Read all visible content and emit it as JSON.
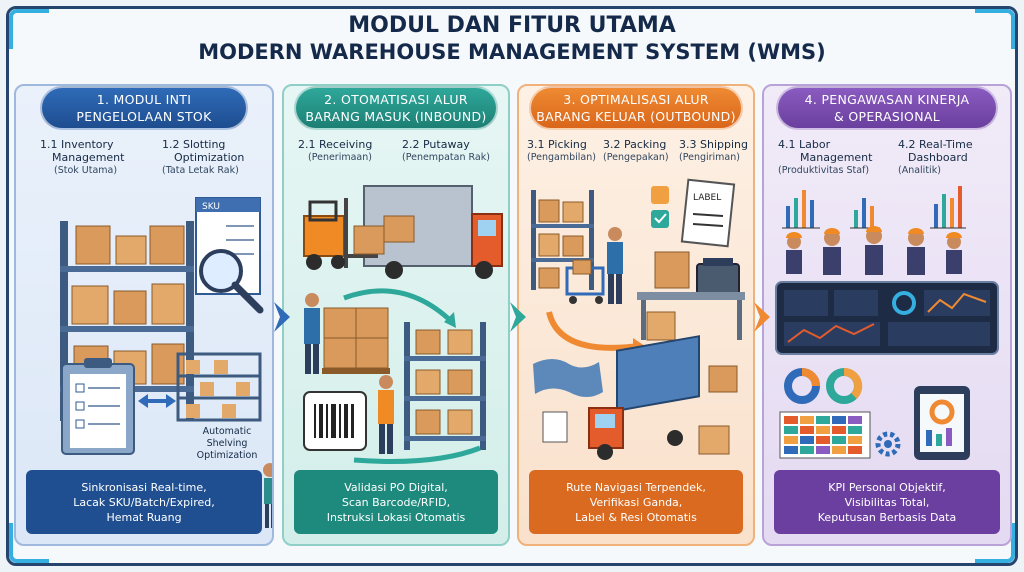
{
  "title": {
    "line1": "MODUL DAN FITUR UTAMA",
    "line2": "MODERN WAREHOUSE MANAGEMENT SYSTEM (WMS)"
  },
  "colors": {
    "module1": "#1e4d8f",
    "module2": "#1d7f74",
    "module3": "#d9661b",
    "module4": "#6a3f9e"
  },
  "modules": [
    {
      "header": [
        "1. MODUL INTI",
        "PENGELOLAAN STOK"
      ],
      "features": [
        {
          "title": [
            "1.1 Inventory",
            "Management"
          ],
          "sub": "(Stok Utama)"
        },
        {
          "title": [
            "1.2 Slotting",
            "Optimization"
          ],
          "sub": "(Tata Letak Rak)"
        }
      ],
      "labels": {
        "sku": "SKU",
        "auto_shelving": [
          "Automatic Shelving",
          "Optimization"
        ]
      },
      "footer": [
        "Sinkronisasi Real-time,",
        "Lacak SKU/Batch/Expired,",
        "Hemat Ruang"
      ]
    },
    {
      "header": [
        "2. OTOMATISASI ALUR",
        "BARANG MASUK (INBOUND)"
      ],
      "features": [
        {
          "title": [
            "2.1 Receiving"
          ],
          "sub": "(Penerimaan)"
        },
        {
          "title": [
            "2.2 Putaway"
          ],
          "sub": "(Penempatan Rak)"
        }
      ],
      "footer": [
        "Validasi PO Digital,",
        "Scan Barcode/RFID,",
        "Instruksi Lokasi Otomatis"
      ]
    },
    {
      "header": [
        "3. OPTIMALISASI ALUR",
        "BARANG KELUAR (OUTBOUND)"
      ],
      "features": [
        {
          "title": [
            "3.1 Picking"
          ],
          "sub": "(Pengambilan)"
        },
        {
          "title": [
            "3.2 Packing"
          ],
          "sub": "(Pengepakan)"
        },
        {
          "title": [
            "3.3 Shipping"
          ],
          "sub": "(Pengiriman)"
        }
      ],
      "labels": {
        "label": "LABEL"
      },
      "footer": [
        "Rute Navigasi Terpendek,",
        "Verifikasi Ganda,",
        "Label & Resi Otomatis"
      ]
    },
    {
      "header": [
        "4. PENGAWASAN KINERJA",
        "& OPERASIONAL"
      ],
      "features": [
        {
          "title": [
            "4.1 Labor",
            "Management"
          ],
          "sub": "(Produktivitas Staf)"
        },
        {
          "title": [
            "4.2 Real-Time",
            "Dashboard"
          ],
          "sub": "(Analitik)"
        }
      ],
      "footer": [
        "KPI Personal Objektif,",
        "Visibilitas Total,",
        "Keputusan Berbasis Data"
      ]
    }
  ],
  "icons": [
    "warehouse-rack-icon",
    "magnifier-icon",
    "clipboard-icon",
    "forklift-icon",
    "truck-icon",
    "barcode-icon",
    "cart-icon",
    "printer-icon",
    "map-icon",
    "dashboard-icon",
    "gear-icon",
    "tablet-icon"
  ]
}
